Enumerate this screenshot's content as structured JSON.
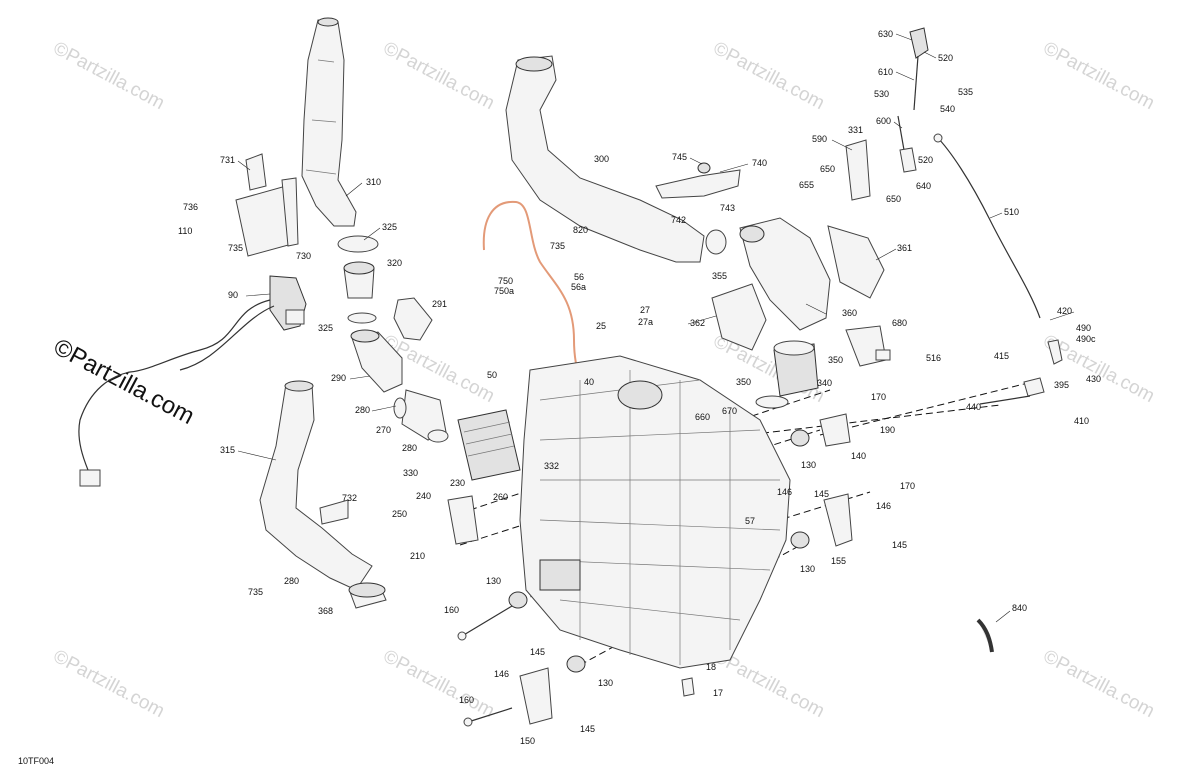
{
  "watermark": {
    "text": "©Partzilla.com"
  },
  "diagram_code": "10TF004",
  "labels": [
    {
      "id": "630",
      "text": "630"
    },
    {
      "id": "520a",
      "text": "520"
    },
    {
      "id": "610",
      "text": "610"
    },
    {
      "id": "535",
      "text": "535"
    },
    {
      "id": "530",
      "text": "530"
    },
    {
      "id": "540",
      "text": "540"
    },
    {
      "id": "600",
      "text": "600"
    },
    {
      "id": "331",
      "text": "331"
    },
    {
      "id": "590",
      "text": "590"
    },
    {
      "id": "520b",
      "text": "520"
    },
    {
      "id": "650a",
      "text": "650"
    },
    {
      "id": "655",
      "text": "655"
    },
    {
      "id": "650b",
      "text": "650"
    },
    {
      "id": "640",
      "text": "640"
    },
    {
      "id": "510",
      "text": "510"
    },
    {
      "id": "745",
      "text": "745"
    },
    {
      "id": "740",
      "text": "740"
    },
    {
      "id": "300",
      "text": "300"
    },
    {
      "id": "743",
      "text": "743"
    },
    {
      "id": "742",
      "text": "742"
    },
    {
      "id": "820",
      "text": "820"
    },
    {
      "id": "735a",
      "text": "735"
    },
    {
      "id": "355",
      "text": "355"
    },
    {
      "id": "361",
      "text": "361"
    },
    {
      "id": "731",
      "text": "731"
    },
    {
      "id": "310",
      "text": "310"
    },
    {
      "id": "736",
      "text": "736"
    },
    {
      "id": "110",
      "text": "110"
    },
    {
      "id": "735b",
      "text": "735"
    },
    {
      "id": "730",
      "text": "730"
    },
    {
      "id": "325a",
      "text": "325"
    },
    {
      "id": "320",
      "text": "320"
    },
    {
      "id": "90",
      "text": "90"
    },
    {
      "id": "291",
      "text": "291"
    },
    {
      "id": "325b",
      "text": "325"
    },
    {
      "id": "750",
      "text": "750"
    },
    {
      "id": "750a",
      "text": "750a"
    },
    {
      "id": "56",
      "text": "56"
    },
    {
      "id": "56a",
      "text": "56a"
    },
    {
      "id": "27",
      "text": "27"
    },
    {
      "id": "27a",
      "text": "27a"
    },
    {
      "id": "362",
      "text": "362"
    },
    {
      "id": "360",
      "text": "360"
    },
    {
      "id": "680",
      "text": "680"
    },
    {
      "id": "420",
      "text": "420"
    },
    {
      "id": "490",
      "text": "490"
    },
    {
      "id": "490c",
      "text": "490c"
    },
    {
      "id": "25",
      "text": "25"
    },
    {
      "id": "350a",
      "text": "350"
    },
    {
      "id": "516",
      "text": "516"
    },
    {
      "id": "290",
      "text": "290"
    },
    {
      "id": "50",
      "text": "50"
    },
    {
      "id": "40",
      "text": "40"
    },
    {
      "id": "340",
      "text": "340"
    },
    {
      "id": "415",
      "text": "415"
    },
    {
      "id": "395",
      "text": "395"
    },
    {
      "id": "430",
      "text": "430"
    },
    {
      "id": "350b",
      "text": "350"
    },
    {
      "id": "170a",
      "text": "170"
    },
    {
      "id": "280a",
      "text": "280"
    },
    {
      "id": "440",
      "text": "440"
    },
    {
      "id": "410",
      "text": "410"
    },
    {
      "id": "270",
      "text": "270"
    },
    {
      "id": "660",
      "text": "660"
    },
    {
      "id": "670",
      "text": "670"
    },
    {
      "id": "190",
      "text": "190"
    },
    {
      "id": "280b",
      "text": "280"
    },
    {
      "id": "140",
      "text": "140"
    },
    {
      "id": "315",
      "text": "315"
    },
    {
      "id": "130a",
      "text": "130"
    },
    {
      "id": "330",
      "text": "330"
    },
    {
      "id": "332",
      "text": "332"
    },
    {
      "id": "230",
      "text": "230"
    },
    {
      "id": "170b",
      "text": "170"
    },
    {
      "id": "146a",
      "text": "146"
    },
    {
      "id": "145a",
      "text": "145"
    },
    {
      "id": "240",
      "text": "240"
    },
    {
      "id": "260",
      "text": "260"
    },
    {
      "id": "732",
      "text": "732"
    },
    {
      "id": "146b",
      "text": "146"
    },
    {
      "id": "250",
      "text": "250"
    },
    {
      "id": "57",
      "text": "57"
    },
    {
      "id": "145b",
      "text": "145"
    },
    {
      "id": "210",
      "text": "210"
    },
    {
      "id": "130b",
      "text": "130"
    },
    {
      "id": "155",
      "text": "155"
    },
    {
      "id": "735c",
      "text": "735"
    },
    {
      "id": "280c",
      "text": "280"
    },
    {
      "id": "130c",
      "text": "130"
    },
    {
      "id": "368",
      "text": "368"
    },
    {
      "id": "160a",
      "text": "160"
    },
    {
      "id": "840",
      "text": "840"
    },
    {
      "id": "145c",
      "text": "145"
    },
    {
      "id": "18",
      "text": "18"
    },
    {
      "id": "146c",
      "text": "146"
    },
    {
      "id": "130d",
      "text": "130"
    },
    {
      "id": "17",
      "text": "17"
    },
    {
      "id": "160b",
      "text": "160"
    },
    {
      "id": "145d",
      "text": "145"
    },
    {
      "id": "150",
      "text": "150"
    }
  ]
}
